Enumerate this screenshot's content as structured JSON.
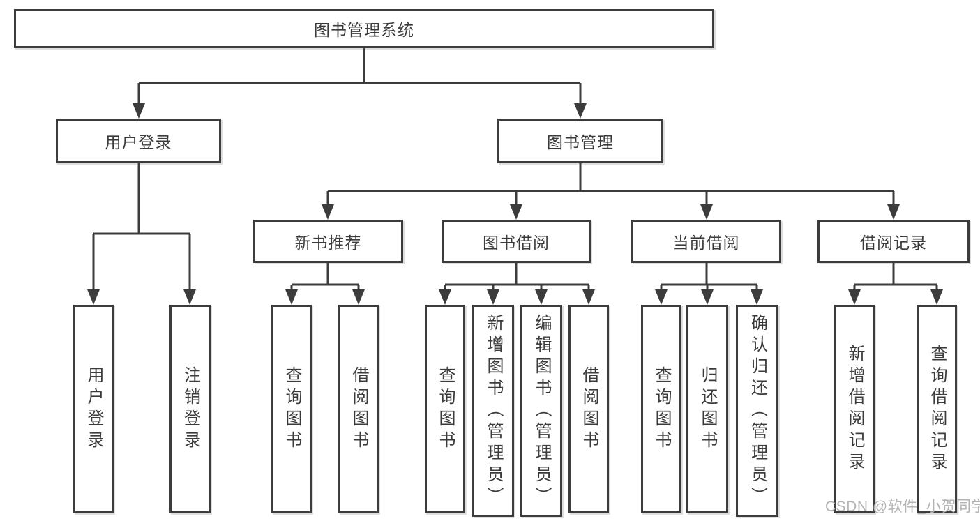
{
  "diagram": {
    "root": {
      "label": "图书管理系统"
    },
    "level2": {
      "user_login": {
        "label": "用户登录"
      },
      "book_management": {
        "label": "图书管理"
      }
    },
    "level3": {
      "new_book": {
        "label": "新书推荐"
      },
      "book_borrow": {
        "label": "图书借阅"
      },
      "current_borrow": {
        "label": "当前借阅"
      },
      "borrow_records": {
        "label": "借阅记录"
      }
    },
    "leaves": {
      "user_login": {
        "login": "用户登录",
        "logout": "注销登录"
      },
      "new_book": {
        "query": "查询图书",
        "borrow": "借阅图书"
      },
      "book_borrow": {
        "query": "查询图书",
        "add": "新增图书（管理员）",
        "edit": "编辑图书（管理员）",
        "borrow": "借阅图书"
      },
      "current_borrow": {
        "query": "查询图书",
        "return": "归还图书",
        "confirm": "确认归还（管理员）"
      },
      "borrow_records": {
        "add": "新增借阅记录",
        "query": "查询借阅记录"
      }
    }
  },
  "watermark": "CSDN @软件_小贺同学",
  "colors": {
    "line": "#3c3c3c",
    "box_border": "#3c3c3c",
    "text": "#3b3b3b",
    "background": "#ffffff",
    "watermark": "#b3b3b3"
  }
}
